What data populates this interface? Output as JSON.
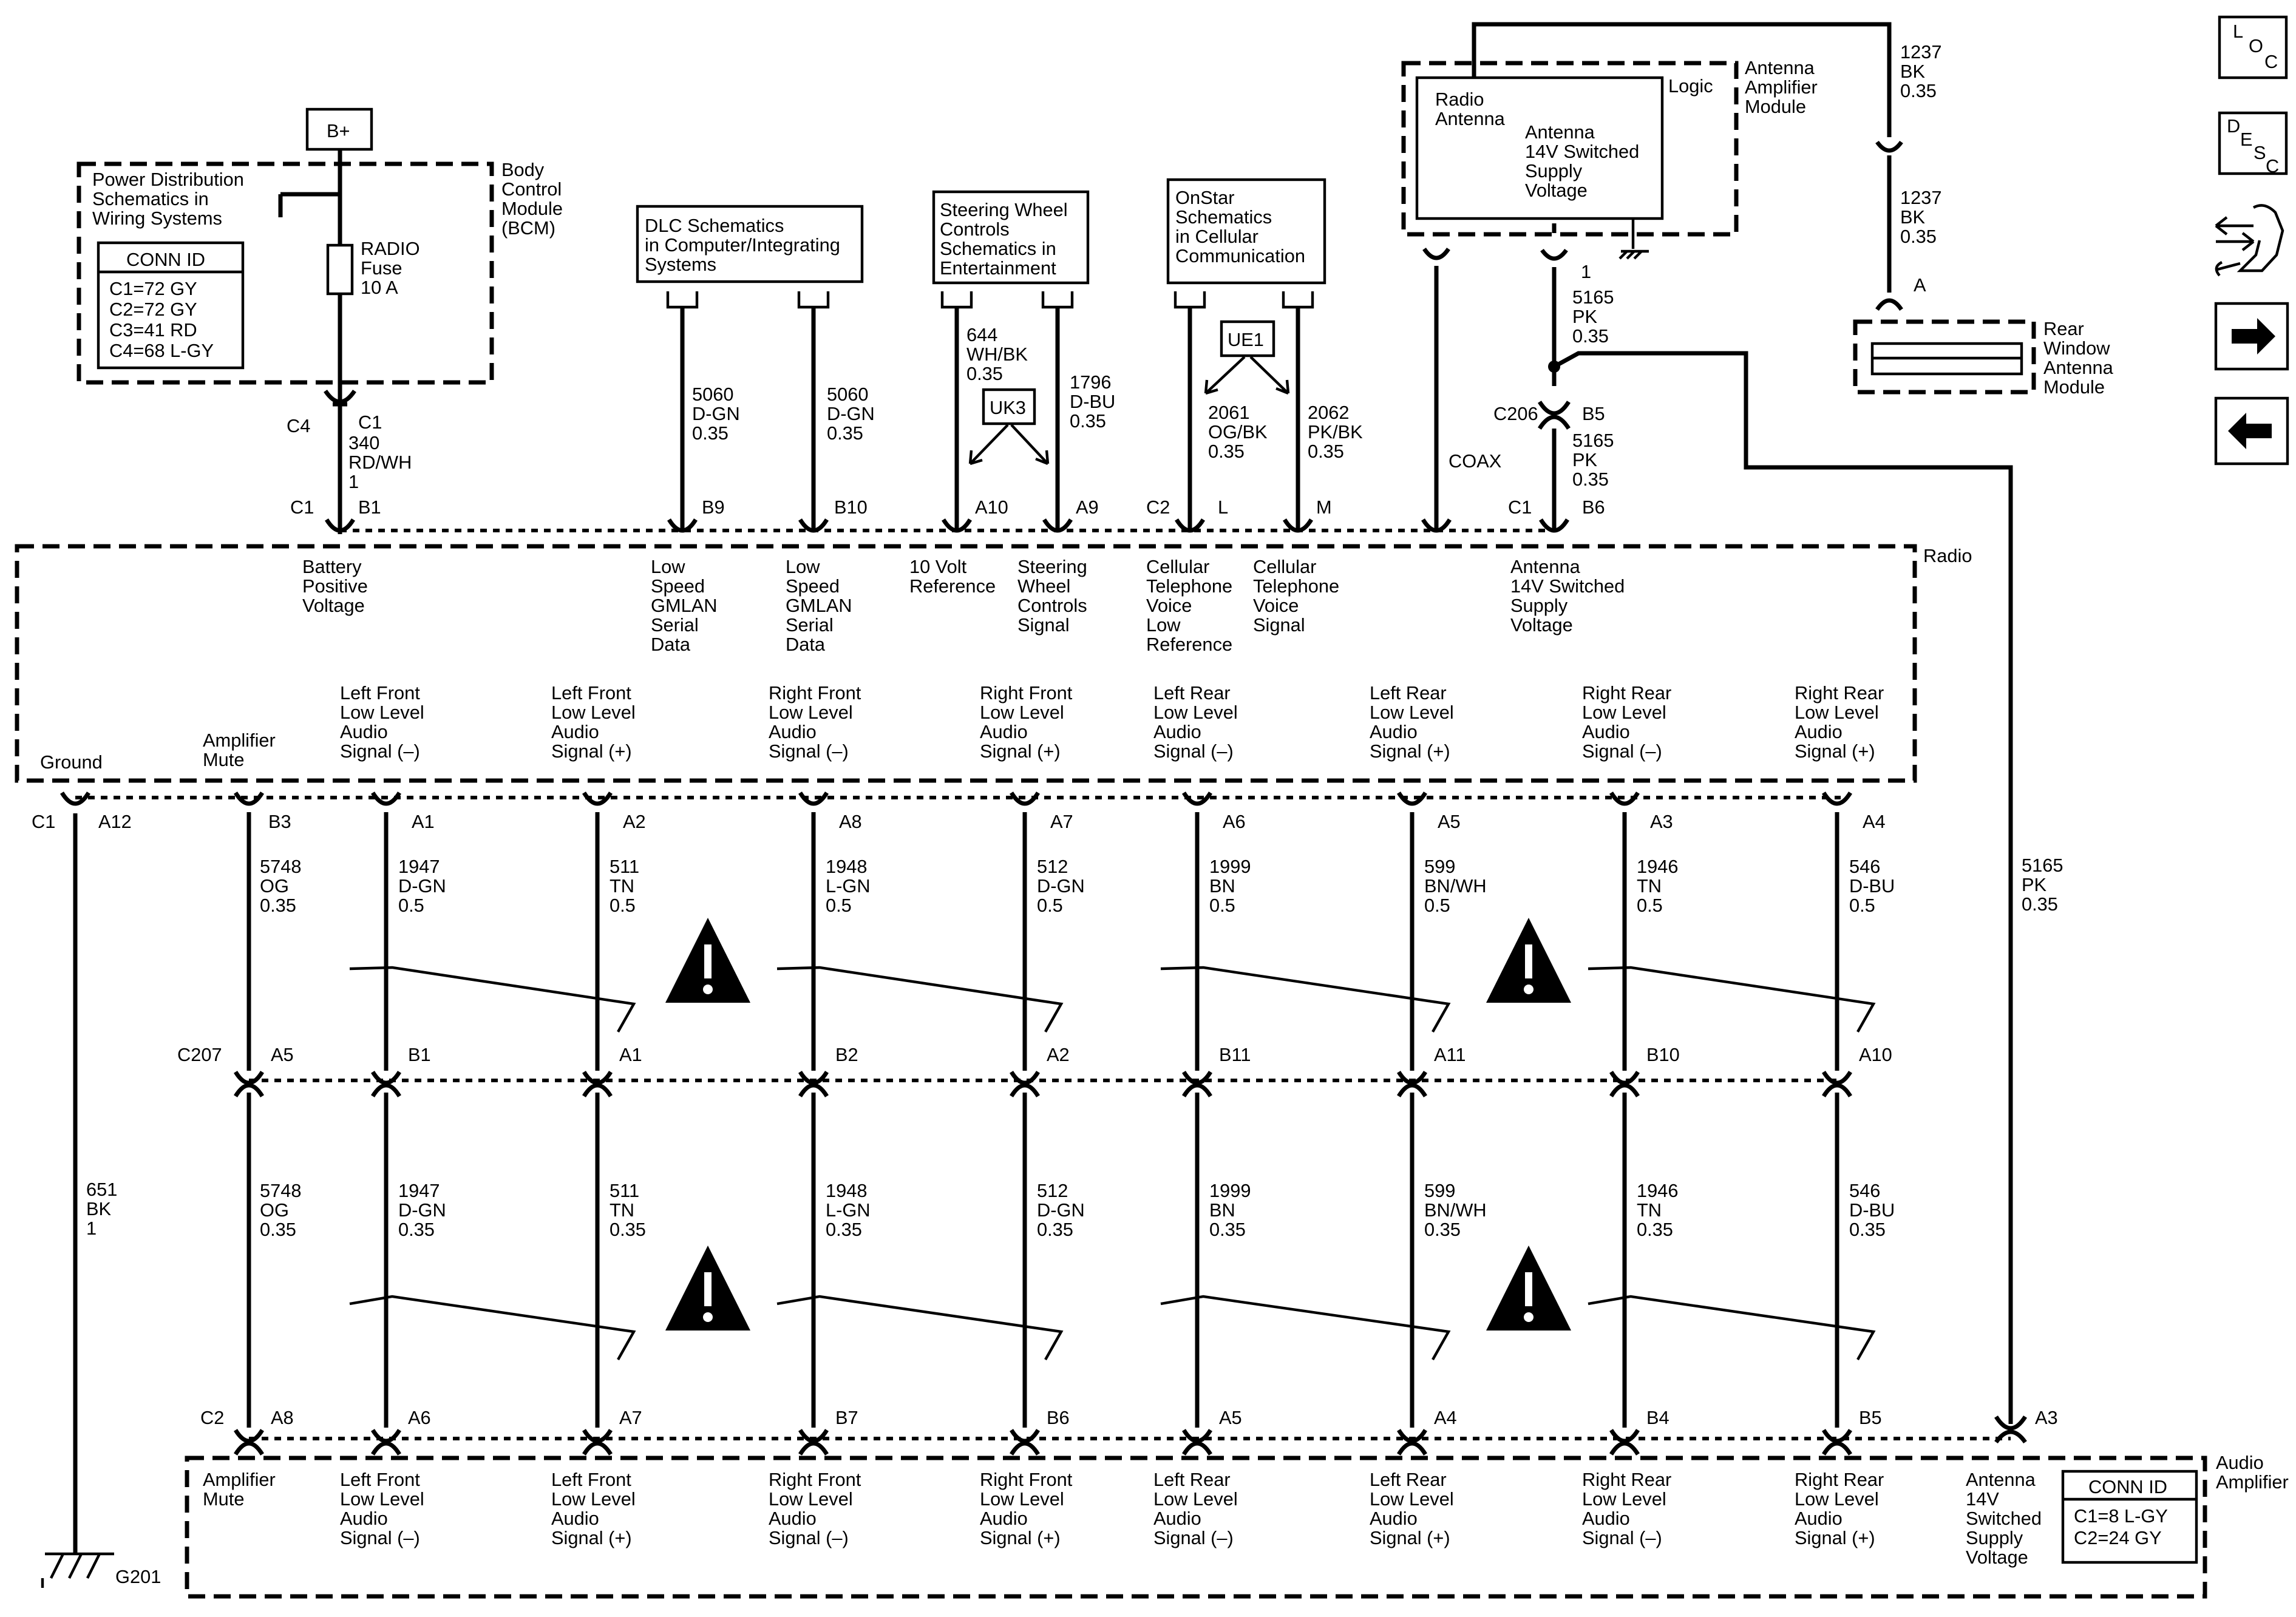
{
  "nav": {
    "loc_l": "L",
    "loc_o": "O",
    "loc_c": "C",
    "desc_d": "D",
    "desc_e": "E",
    "desc_s": "S",
    "desc_c": "C"
  },
  "power": {
    "bplus": "B+",
    "pd_lines": [
      "Power Distribution",
      "Schematics in",
      "Wiring Systems"
    ],
    "conn_title": "CONN ID",
    "conn_rows": [
      "C1=72 GY",
      "C2=72 GY",
      "C3=41 RD",
      "C4=68 L-GY"
    ],
    "fuse_lines": [
      "RADIO",
      "Fuse",
      "10 A"
    ],
    "bcm_lines": [
      "Body",
      "Control",
      "Module",
      "(BCM)"
    ],
    "c4": "C4",
    "c1": "C1",
    "wire_lines": [
      "340",
      "RD/WH",
      "1"
    ]
  },
  "dlc": {
    "lines": [
      "DLC Schematics",
      "in Computer/Integrating",
      "Systems"
    ],
    "wire_a": [
      "5060",
      "D-GN",
      "0.35"
    ],
    "wire_b": [
      "5060",
      "D-GN",
      "0.35"
    ]
  },
  "swc": {
    "lines": [
      "Steering Wheel",
      "Controls",
      "Schematics in",
      "Entertainment"
    ],
    "wire_a": [
      "644",
      "WH/BK",
      "0.35"
    ],
    "wire_b": [
      "1796",
      "D-BU",
      "0.35"
    ],
    "option": "UK3"
  },
  "onstar": {
    "lines": [
      "OnStar",
      "Schematics",
      "in Cellular",
      "Communication"
    ],
    "wire_a": [
      "2061",
      "OG/BK",
      "0.35"
    ],
    "wire_b": [
      "2062",
      "PK/BK",
      "0.35"
    ],
    "option": "UE1"
  },
  "antenna": {
    "module_lines": [
      "Antenna",
      "Amplifier",
      "Module"
    ],
    "logic": "Logic",
    "radio_ant": [
      "Radio",
      "Antenna"
    ],
    "switched": [
      "Antenna",
      "14V Switched",
      "Supply",
      "Voltage"
    ],
    "coax": "COAX",
    "top_wire": [
      "1237",
      "BK",
      "0.35"
    ],
    "mid_wire": [
      "1237",
      "BK",
      "0.35"
    ],
    "pin_a": "A",
    "rear_module": [
      "Rear",
      "Window",
      "Antenna",
      "Module"
    ],
    "amp_pin": "1",
    "wire_up": [
      "5165",
      "PK",
      "0.35"
    ],
    "c206": "C206",
    "b5": "B5",
    "wire_down": [
      "5165",
      "PK",
      "0.35"
    ],
    "right_wire": [
      "5165",
      "PK",
      "0.35"
    ]
  },
  "radio": {
    "name": "Radio",
    "top_pins": [
      {
        "conn": "C1",
        "pin": "B1"
      },
      {
        "pin": "B9"
      },
      {
        "pin": "B10"
      },
      {
        "pin": "A10"
      },
      {
        "pin": "A9"
      },
      {
        "conn": "C2",
        "pin": "L"
      },
      {
        "pin": "M"
      },
      {
        "conn": "C1",
        "pin": "B6"
      }
    ],
    "top_labels": {
      "battery": [
        "Battery",
        "Positive",
        "Voltage"
      ],
      "lsg1": [
        "Low",
        "Speed",
        "GMLAN",
        "Serial",
        "Data"
      ],
      "lsg2": [
        "Low",
        "Speed",
        "GMLAN",
        "Serial",
        "Data"
      ],
      "ten_volt": [
        "10 Volt",
        "Reference"
      ],
      "swc_sig": [
        "Steering",
        "Wheel",
        "Controls",
        "Signal"
      ],
      "cell_low": [
        "Cellular",
        "Telephone",
        "Voice",
        "Low",
        "Reference"
      ],
      "cell_sig": [
        "Cellular",
        "Telephone",
        "Voice",
        "Signal"
      ],
      "ant_sw": [
        "Antenna",
        "14V Switched",
        "Supply",
        "Voltage"
      ]
    },
    "ground": "Ground",
    "amp_mute": [
      "Amplifier",
      "Mute"
    ],
    "bottom_conn": "C1",
    "ground_pin": "A12",
    "mute_pin": "B3"
  },
  "channels": [
    {
      "label": [
        "Left Front",
        "Low Level",
        "Audio",
        "Signal (–)"
      ],
      "radio_pin": "A1",
      "wire": [
        "1947",
        "D-GN",
        "0.5"
      ],
      "c207_pin": "B1",
      "wire2": [
        "1947",
        "D-GN",
        "0.35"
      ],
      "amp_pin": "A6"
    },
    {
      "label": [
        "Left Front",
        "Low Level",
        "Audio",
        "Signal (+)"
      ],
      "radio_pin": "A2",
      "wire": [
        "511",
        "TN",
        "0.5"
      ],
      "c207_pin": "A1",
      "wire2": [
        "511",
        "TN",
        "0.35"
      ],
      "amp_pin": "A7"
    },
    {
      "label": [
        "Right Front",
        "Low Level",
        "Audio",
        "Signal (–)"
      ],
      "radio_pin": "A8",
      "wire": [
        "1948",
        "L-GN",
        "0.5"
      ],
      "c207_pin": "B2",
      "wire2": [
        "1948",
        "L-GN",
        "0.35"
      ],
      "amp_pin": "B7"
    },
    {
      "label": [
        "Right Front",
        "Low Level",
        "Audio",
        "Signal (+)"
      ],
      "radio_pin": "A7",
      "wire": [
        "512",
        "D-GN",
        "0.5"
      ],
      "c207_pin": "A2",
      "wire2": [
        "512",
        "D-GN",
        "0.35"
      ],
      "amp_pin": "B6"
    },
    {
      "label": [
        "Left Rear",
        "Low Level",
        "Audio",
        "Signal (–)"
      ],
      "radio_pin": "A6",
      "wire": [
        "1999",
        "BN",
        "0.5"
      ],
      "c207_pin": "B11",
      "wire2": [
        "1999",
        "BN",
        "0.35"
      ],
      "amp_pin": "A5"
    },
    {
      "label": [
        "Left Rear",
        "Low Level",
        "Audio",
        "Signal (+)"
      ],
      "radio_pin": "A5",
      "wire": [
        "599",
        "BN/WH",
        "0.5"
      ],
      "c207_pin": "A11",
      "wire2": [
        "599",
        "BN/WH",
        "0.35"
      ],
      "amp_pin": "A4"
    },
    {
      "label": [
        "Right Rear",
        "Low Level",
        "Audio",
        "Signal (–)"
      ],
      "radio_pin": "A3",
      "wire": [
        "1946",
        "TN",
        "0.5"
      ],
      "c207_pin": "B10",
      "wire2": [
        "1946",
        "TN",
        "0.35"
      ],
      "amp_pin": "B4"
    },
    {
      "label": [
        "Right Rear",
        "Low Level",
        "Audio",
        "Signal (+)"
      ],
      "radio_pin": "A4",
      "wire": [
        "546",
        "D-BU",
        "0.5"
      ],
      "c207_pin": "A10",
      "wire2": [
        "546",
        "D-BU",
        "0.35"
      ],
      "amp_pin": "B5"
    }
  ],
  "mute_wire": {
    "wire": [
      "5748",
      "OG",
      "0.35"
    ],
    "c207_pin": "A5",
    "wire2": [
      "5748",
      "OG",
      "0.35"
    ],
    "amp_pin": "A8"
  },
  "ground_wire": [
    "651",
    "BK",
    "1"
  ],
  "c207": "C207",
  "amplifier": {
    "name": [
      "Audio",
      "Amplifier"
    ],
    "conn": "C2",
    "mute_label": [
      "Amplifier",
      "Mute"
    ],
    "antenna_label": [
      "Antenna",
      "14V",
      "Switched",
      "Supply",
      "Voltage"
    ],
    "antenna_pin": "A3",
    "conn_title": "CONN ID",
    "conn_rows": [
      "C1=8 L-GY",
      "C2=24 GY"
    ]
  },
  "g201": "G201"
}
